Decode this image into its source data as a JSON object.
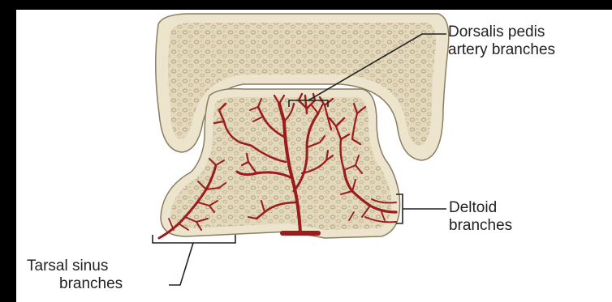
{
  "labels": {
    "dorsalis_pedis": {
      "line1": "Dorsalis pedis",
      "line2": "artery branches"
    },
    "deltoid": {
      "line1": "Deltoid",
      "line2": "branches"
    },
    "tarsal_sinus": {
      "line1": "Tarsal sinus",
      "line2": "branches"
    }
  },
  "colors": {
    "background": "#000000",
    "panel": "#ffffff",
    "bone_fill": "#e6dcc1",
    "bone_stroke": "#8a7d62",
    "bone_texture": "#b9ab88",
    "artery": "#9b1c1c",
    "leader_line": "#222222"
  }
}
